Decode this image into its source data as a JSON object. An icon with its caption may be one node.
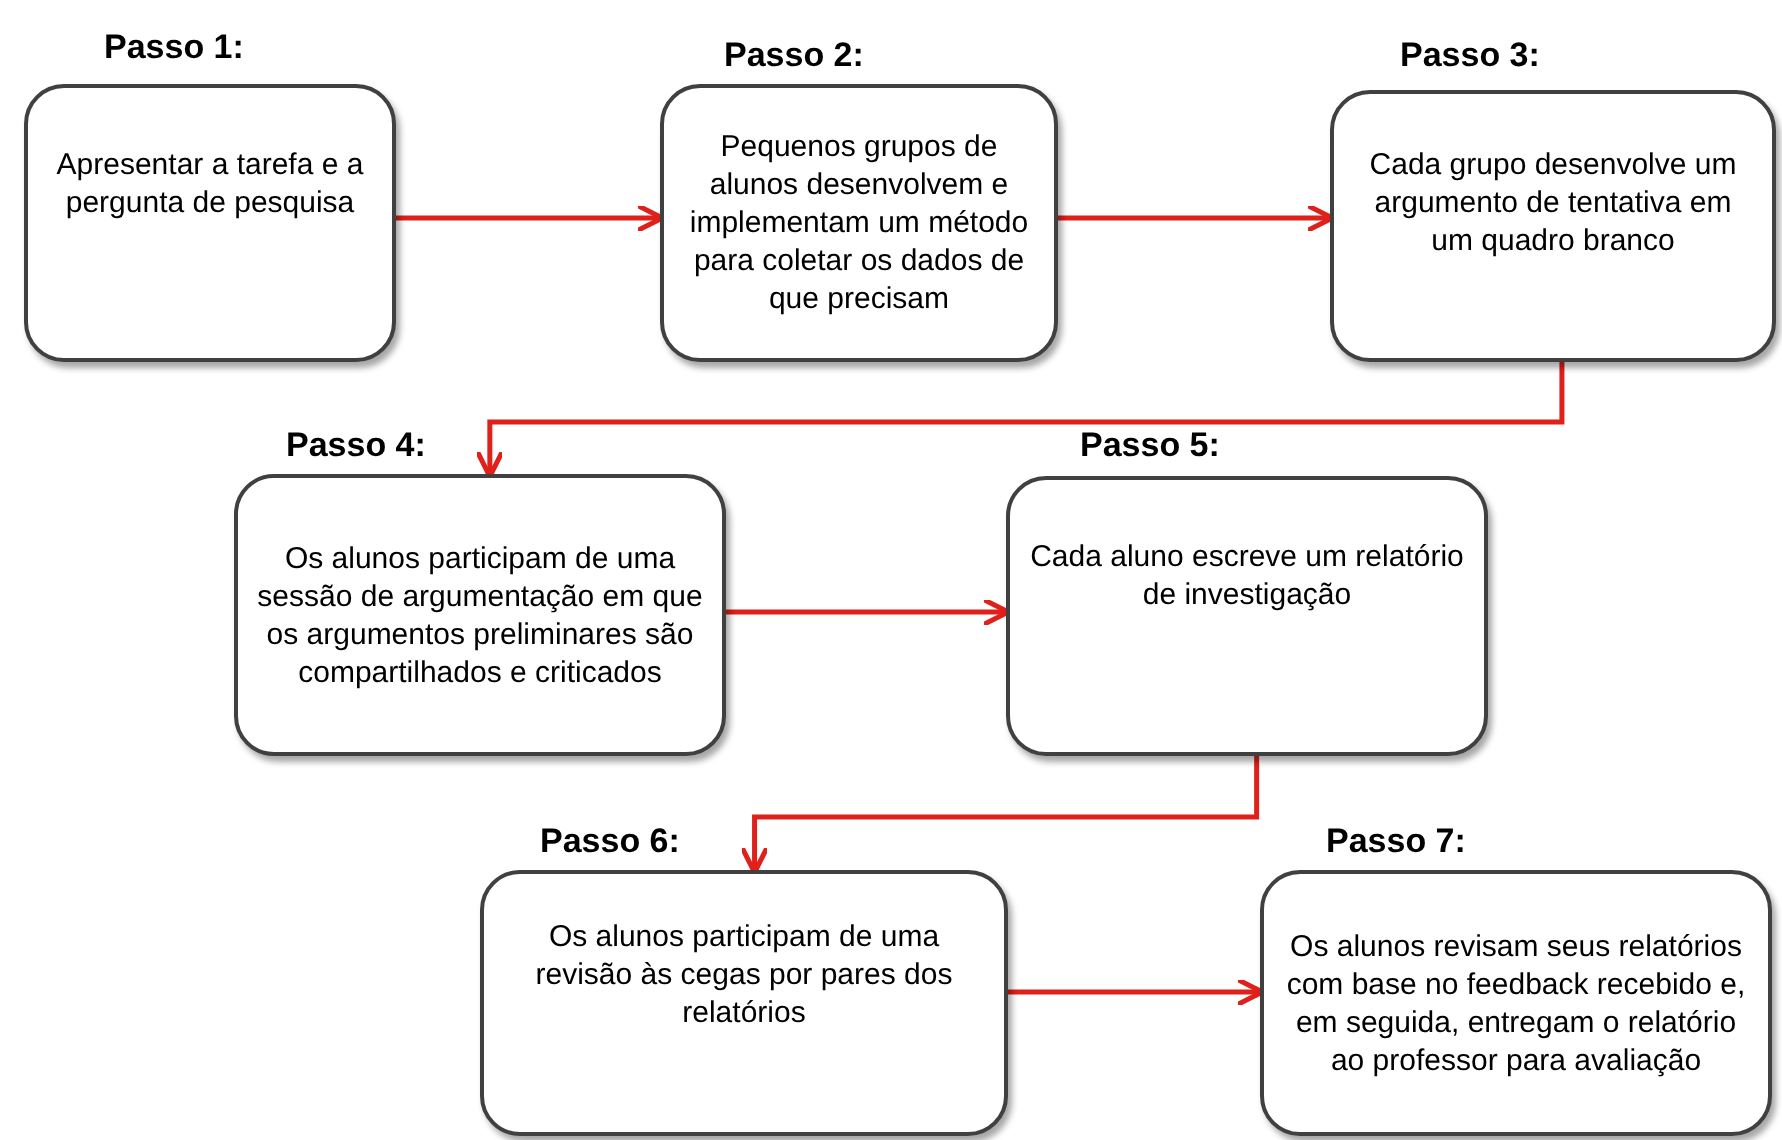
{
  "diagram": {
    "nodes": [
      {
        "text": [
          "Passo 1:",
          "Apresentar a tarefa e a pergunta de pesquisa"
        ]
      },
      {
        "text": [
          "Passo 2:",
          "Pequenos grupos de alunos desenvolvem e implementam um método para coletar os dados de que precisam"
        ]
      },
      {
        "text": [
          "Passo 3:",
          "Cada grupo desenvolve um argumento de tentativa em um quadro branco"
        ]
      },
      {
        "text": [
          "Passo 4:",
          "Os alunos participam de uma sessão de argumentação em que os argumentos preliminares são compartilhados e criticados"
        ]
      },
      {
        "text": [
          "Passo 5:",
          "Cada aluno escreve um relatório de investigação"
        ]
      },
      {
        "text": [
          "Passo 6:",
          "Os alunos participam de uma revisão às cegas por pares dos relatórios"
        ]
      },
      {
        "text": [
          "Passo 7:",
          "Os alunos revisam seus relatórios com base no feedback recebido e, em seguida, entregam o relatório ao professor para avaliação"
        ]
      }
    ],
    "edges": [
      {
        "from": 0,
        "to": 1,
        "arrow": "to"
      },
      {
        "from": 1,
        "to": 2,
        "arrow": "to"
      },
      {
        "from": 2,
        "to": 3,
        "arrow": "to"
      },
      {
        "from": 3,
        "to": 4,
        "arrow": "to"
      },
      {
        "from": 4,
        "to": 5,
        "arrow": "to"
      },
      {
        "from": 5,
        "to": 6,
        "arrow": "to"
      }
    ]
  }
}
